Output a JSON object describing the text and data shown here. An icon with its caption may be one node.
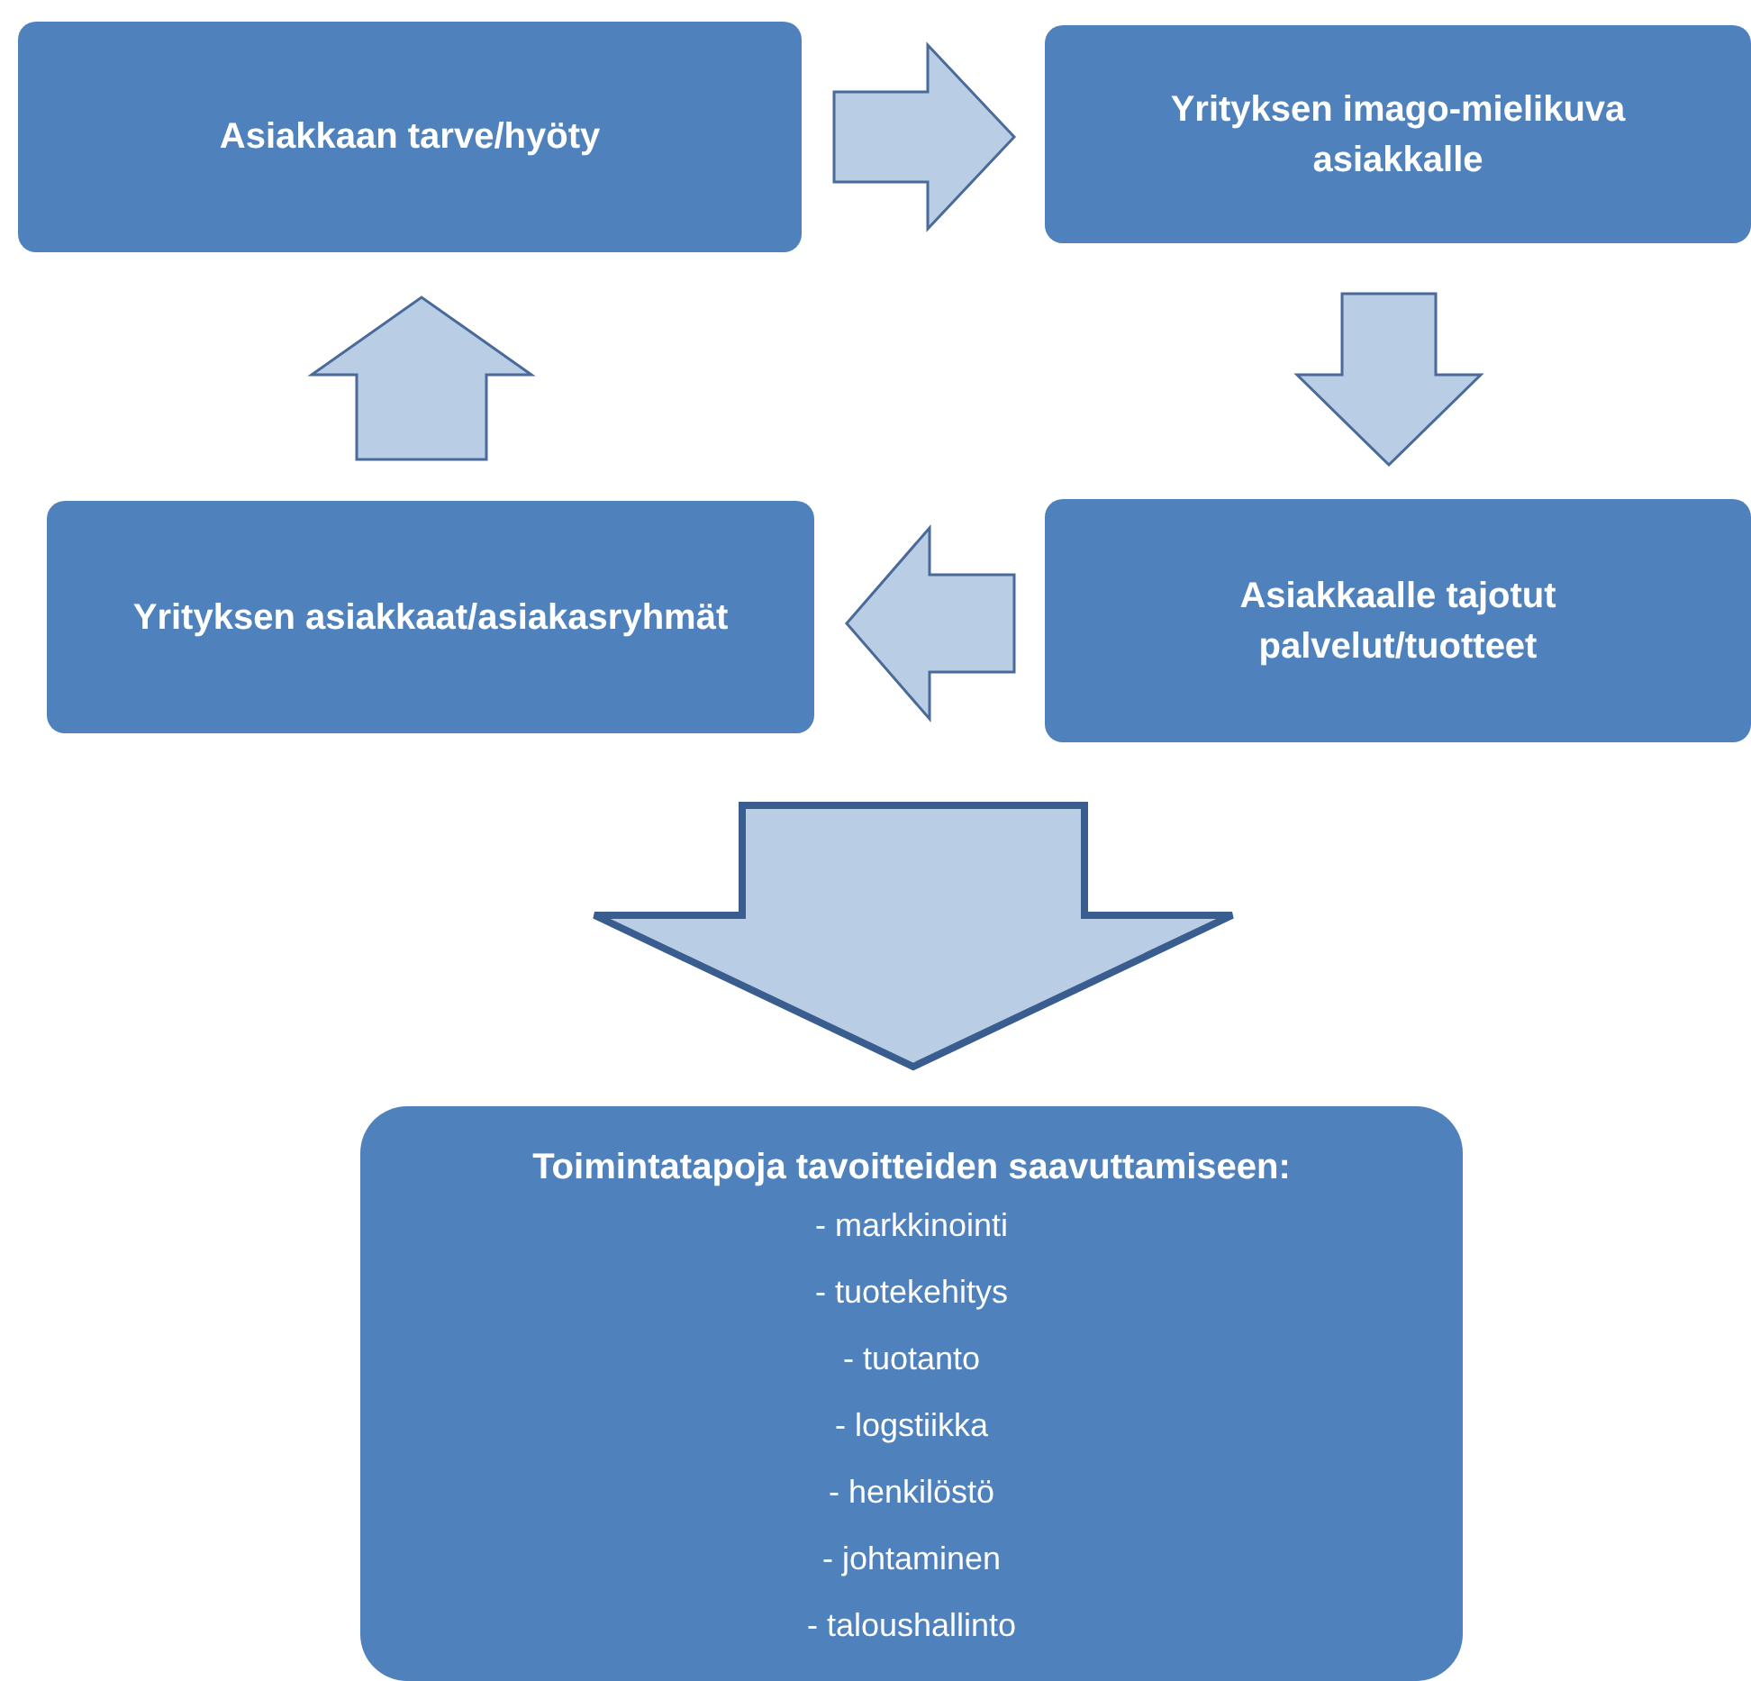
{
  "diagram": {
    "nodes": [
      {
        "text": [
          "Asiakkaan tarve/hyöty"
        ]
      },
      {
        "text": [
          "Yrityksen imago-mielikuva asiakkalle"
        ]
      },
      {
        "text": [
          "Asiakkaalle tajotut palvelut/tuotteet"
        ]
      },
      {
        "text": [
          "Yrityksen asiakkaat/asiakasryhmät"
        ]
      },
      {
        "text": [
          "Toimintatapoja tavoitteiden saavuttamiseen:",
          "- markkinointi",
          "- tuotekehitys",
          "- tuotanto",
          "- logstiikka",
          "- henkilöstö",
          "- johtaminen",
          "- taloushallinto"
        ]
      }
    ],
    "edges": [
      {
        "from": 0,
        "to": 1,
        "arrow": "to"
      },
      {
        "from": 1,
        "to": 2,
        "arrow": "to"
      },
      {
        "from": 2,
        "to": 3,
        "arrow": "to"
      },
      {
        "from": 3,
        "to": 0,
        "arrow": "to"
      },
      {
        "from": null,
        "to": 4,
        "arrow": "to",
        "style": "thick"
      }
    ]
  }
}
